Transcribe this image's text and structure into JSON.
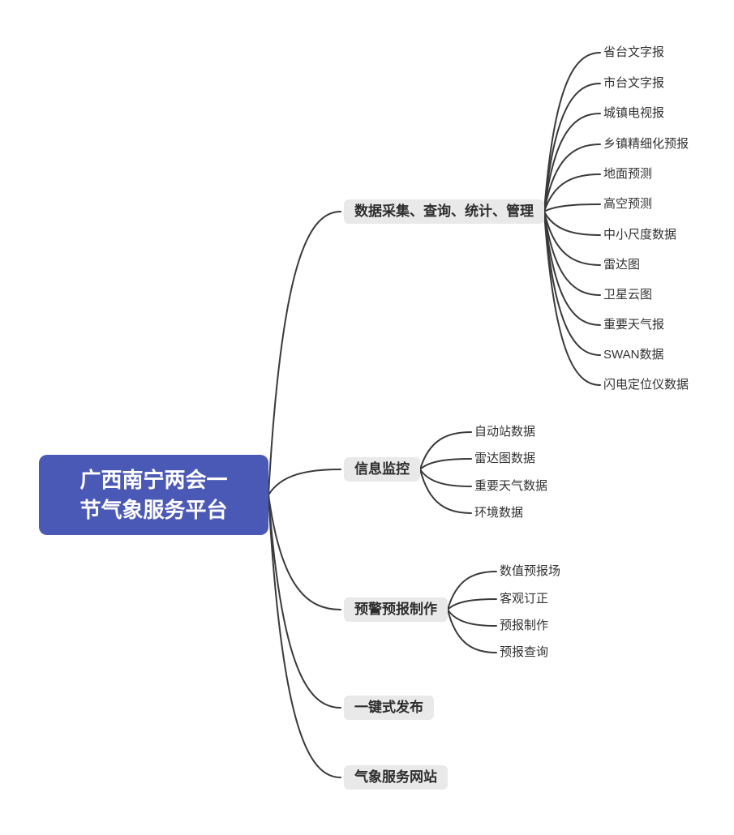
{
  "root": {
    "label": "广西南宁两会一节气象服务平台",
    "lines": [
      "广西南宁两会一",
      "节气象服务平台"
    ]
  },
  "branches": [
    {
      "label": "数据采集、查询、统计、管理",
      "children": [
        "省台文字报",
        "市台文字报",
        "城镇电视报",
        "乡镇精细化预报",
        "地面预测",
        "高空预测",
        "中小尺度数据",
        "雷达图",
        "卫星云图",
        "重要天气报",
        "SWAN数据",
        "闪电定位仪数据"
      ]
    },
    {
      "label": "信息监控",
      "children": [
        "自动站数据",
        "雷达图数据",
        "重要天气数据",
        "环境数据"
      ]
    },
    {
      "label": "预警预报制作",
      "children": [
        "数值预报场",
        "客观订正",
        "预报制作",
        "预报查询"
      ]
    },
    {
      "label": "一键式发布",
      "children": []
    },
    {
      "label": "气象服务网站",
      "children": []
    }
  ],
  "colors": {
    "root_bg": "#4b59b6",
    "root_text": "#ffffff",
    "branch_bg": "#e9e9e9",
    "branch_text": "#2d2d2d",
    "leaf_text": "#333333",
    "connector": "#3a3a3a",
    "background": "#ffffff"
  }
}
